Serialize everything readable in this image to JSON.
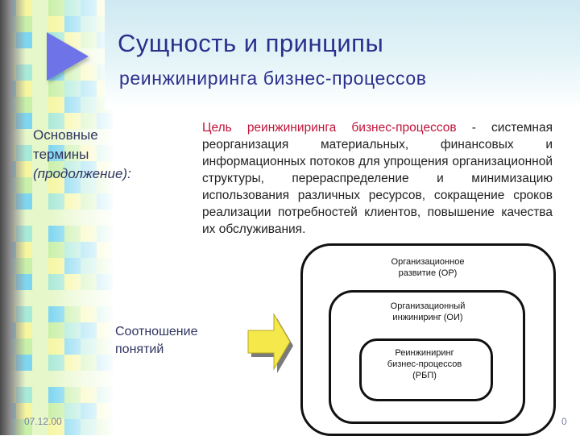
{
  "title": {
    "line1": "Сущность и принципы",
    "line2": "реинжиниринга бизнес-процессов"
  },
  "sidebar": {
    "terms": [
      "Основные",
      "термины",
      "(продолжение):"
    ],
    "relation": [
      "Соотношение",
      "понятий"
    ]
  },
  "body": {
    "lead": "Цель реинжиниринга бизнес-процессов",
    "rest": " - системная реорганизация материальных, финансовых и информационных потоков для упрощения организационной структуры, перераспределение и минимизацию использования различных ресурсов, сокращение сроков реализации потребностей клиентов, повышение качества их обслуживания."
  },
  "diagram": {
    "outer_label": "Организационное\nразвитие (ОР)",
    "middle_label": "Организационный\nинжиниринг (ОИ)",
    "inner_label": "Реинжиниринг\nбизнес-процессов\n(РБП)"
  },
  "footer": {
    "date": "07.12.00",
    "page": "0"
  },
  "colors": {
    "title": "#2c2f8c",
    "lead_text": "#c0143a",
    "arrow_fill": "#f5e84a",
    "triangle": "#6f73e8",
    "mosaic": [
      "#7fd6f0",
      "#c9f0a8",
      "#f6f6a0",
      "#a9e9d8",
      "#e6f7c9"
    ]
  }
}
